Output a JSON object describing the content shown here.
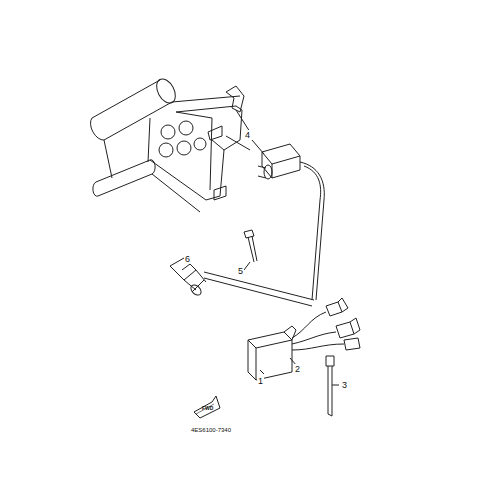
{
  "diagram": {
    "labels": [
      "4",
      "5",
      "6",
      "1",
      "2",
      "3",
      "FWD",
      "4ES6100-7340"
    ]
  }
}
